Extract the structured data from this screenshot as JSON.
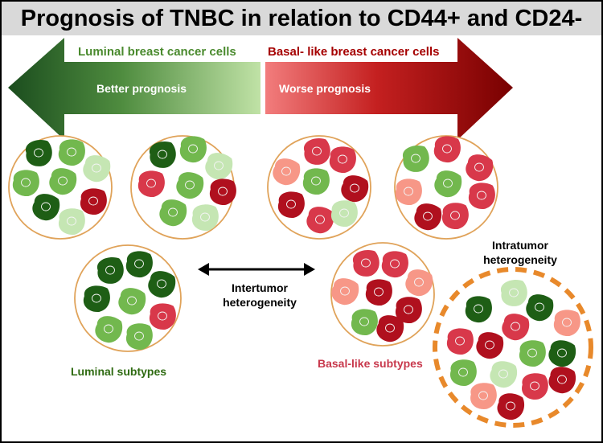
{
  "title": "Prognosis of TNBC in relation to CD44+ and CD24-",
  "left_arrow": {
    "header": "Luminal breast cancer cells",
    "label": "Better prognosis",
    "header_color": "#4a8a2e"
  },
  "right_arrow": {
    "header": "Basal- like breast cancer cells",
    "label": "Worse prognosis",
    "header_color": "#a50000"
  },
  "intertumor_label": "Intertumor heterogeneity",
  "intratumor_label": "Intratumor heterogeneity",
  "luminal_subtypes_label": "Luminal subtypes",
  "basal_subtypes_label": "Basal-like subtypes",
  "colors": {
    "dark_green": "#1e5e15",
    "mid_green": "#72b84e",
    "light_green": "#c5e6b3",
    "dark_red": "#b0101e",
    "mid_red": "#d8384a",
    "light_red": "#f79787",
    "circle_outline": "#e0a35a",
    "dashed_outline": "#e8892b",
    "luminal_text": "#2f6b12",
    "basal_text": "#c8384c"
  }
}
